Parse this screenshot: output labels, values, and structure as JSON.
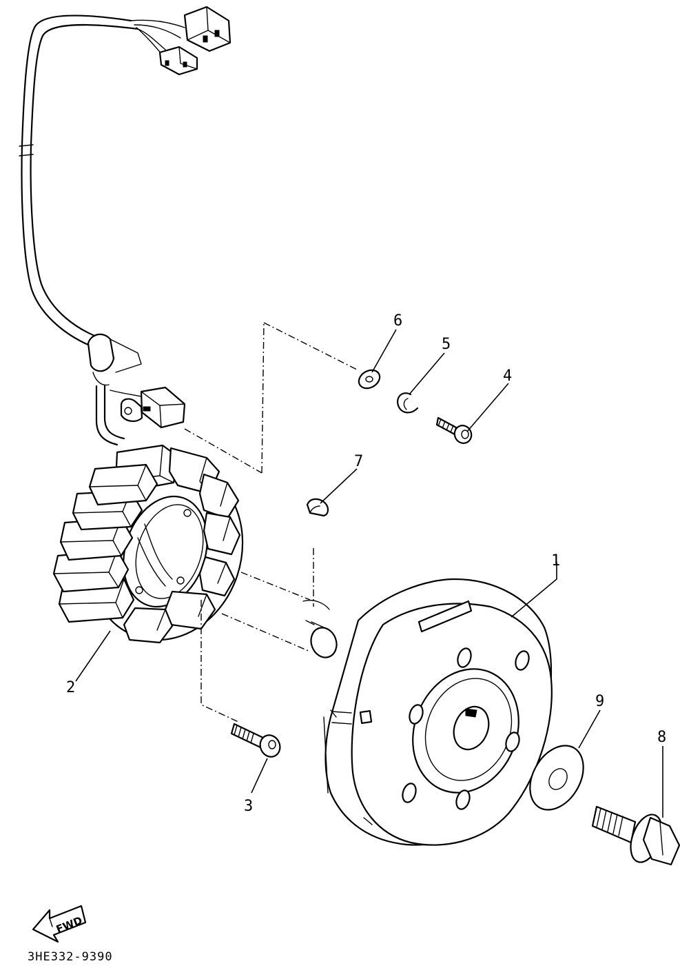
{
  "callouts": [
    {
      "id": "1",
      "label": "1"
    },
    {
      "id": "2",
      "label": "2"
    },
    {
      "id": "3",
      "label": "3"
    },
    {
      "id": "4",
      "label": "4"
    },
    {
      "id": "5",
      "label": "5"
    },
    {
      "id": "6",
      "label": "6"
    },
    {
      "id": "7",
      "label": "7"
    },
    {
      "id": "8",
      "label": "8"
    },
    {
      "id": "9",
      "label": "9"
    }
  ],
  "fwd_label": "FWD",
  "drawing_code": "3HE332-9390",
  "icons": {
    "fwd_arrow": "fwd-arrow-icon"
  },
  "colors": {
    "ink": "#000000",
    "paper": "#ffffff"
  }
}
